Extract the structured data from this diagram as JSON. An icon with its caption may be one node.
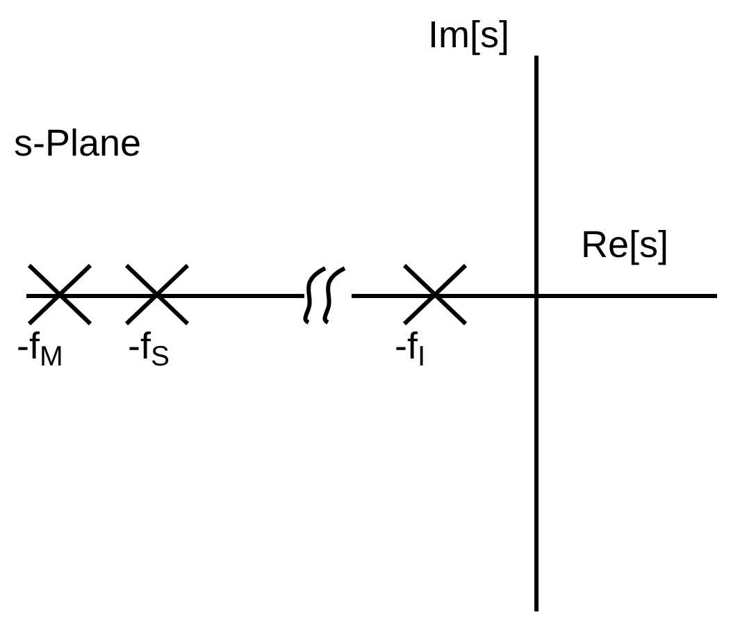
{
  "diagram": {
    "labels": [
      "Im[s]",
      "s-Plane",
      "Re[s]",
      "-f$_{M}$",
      "-f$_{S}$",
      "-f$_{I}$"
    ]
  }
}
